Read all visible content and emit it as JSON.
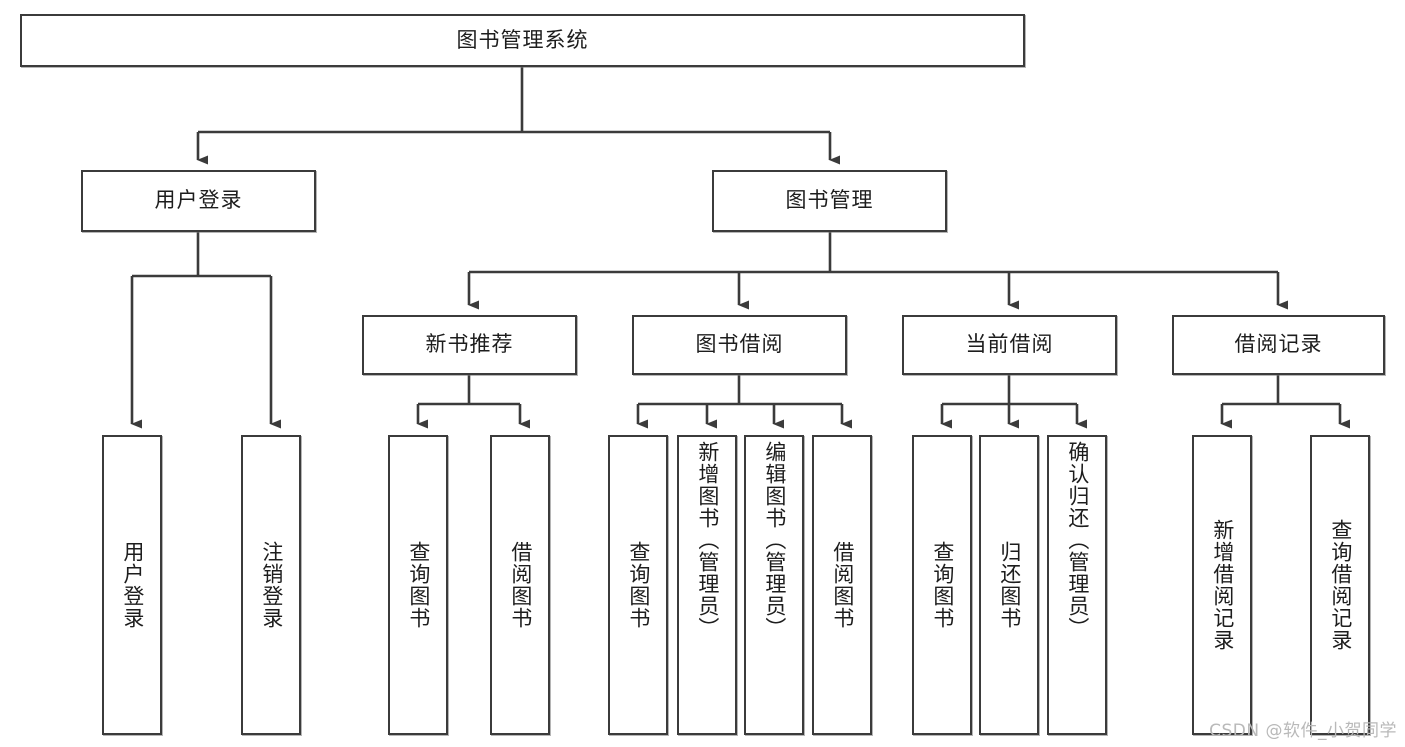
{
  "diagram": {
    "type": "tree",
    "title": "图书管理系统",
    "watermark": "CSDN @软件_小贺同学",
    "colors": {
      "box_border": "#3b3b3b",
      "box_fill": "#ffffff",
      "edge": "#3b3b3b",
      "text": "#1d1d1d",
      "watermark": "#b9b9b9",
      "background": "#ffffff"
    },
    "root": {
      "label": "图书管理系统"
    },
    "level1": [
      {
        "id": "user-login",
        "label": "用户登录"
      },
      {
        "id": "book-manage",
        "label": "图书管理"
      }
    ],
    "level2": [
      {
        "id": "new-book-recommend",
        "label": "新书推荐"
      },
      {
        "id": "book-borrow",
        "label": "图书借阅"
      },
      {
        "id": "current-borrow",
        "label": "当前借阅"
      },
      {
        "id": "borrow-record",
        "label": "借阅记录"
      }
    ],
    "leaves": {
      "user_login": [
        {
          "id": "leaf-user-login",
          "label": "用户登录"
        },
        {
          "id": "leaf-logout-login",
          "label": "注销登录"
        }
      ],
      "new_book_recommend": [
        {
          "id": "leaf-query-book-1",
          "label": "查询图书"
        },
        {
          "id": "leaf-borrow-book-1",
          "label": "借阅图书"
        }
      ],
      "book_borrow": [
        {
          "id": "leaf-query-book-2",
          "label": "查询图书"
        },
        {
          "id": "leaf-add-book",
          "label": "新增图书（管理员）"
        },
        {
          "id": "leaf-edit-book",
          "label": "编辑图书（管理员）"
        },
        {
          "id": "leaf-borrow-book-2",
          "label": "借阅图书"
        }
      ],
      "current_borrow": [
        {
          "id": "leaf-query-book-3",
          "label": "查询图书"
        },
        {
          "id": "leaf-return-book",
          "label": "归还图书"
        },
        {
          "id": "leaf-confirm-return",
          "label": "确认归还（管理员）"
        }
      ],
      "borrow_record": [
        {
          "id": "leaf-add-record",
          "label": "新增借阅记录"
        },
        {
          "id": "leaf-query-record",
          "label": "查询借阅记录"
        }
      ]
    }
  }
}
